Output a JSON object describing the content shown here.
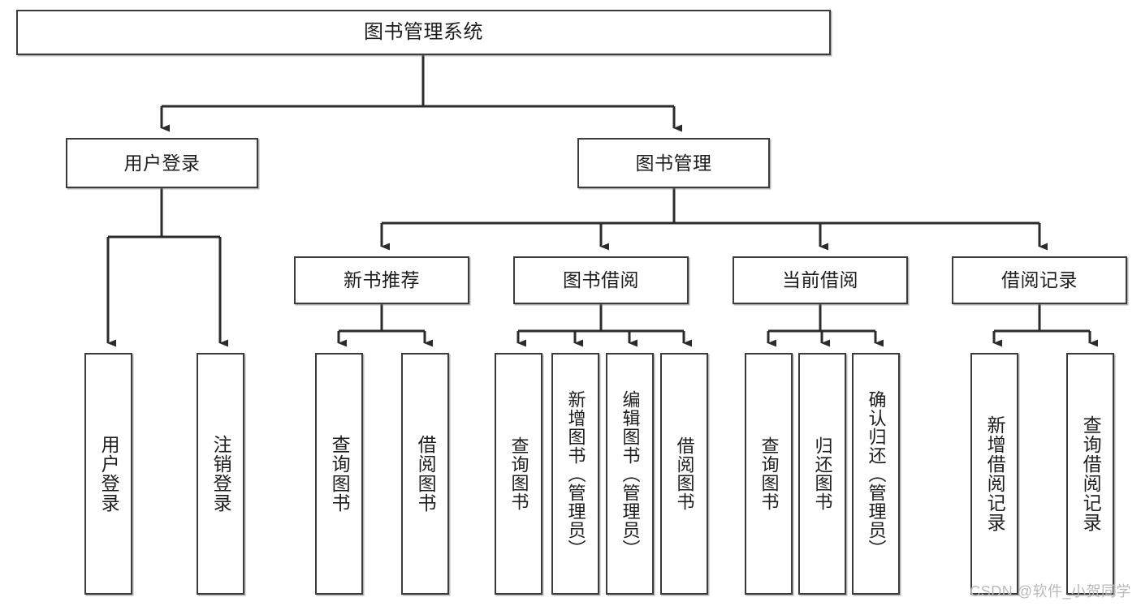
{
  "diagram": {
    "title_node": {
      "label": "图书管理系统"
    },
    "level2": [
      {
        "id": "user-login",
        "label": "用户登录"
      },
      {
        "id": "book-management",
        "label": "图书管理"
      }
    ],
    "level3": [
      {
        "id": "new-book-recommend",
        "label": "新书推荐"
      },
      {
        "id": "book-borrow",
        "label": "图书借阅"
      },
      {
        "id": "current-borrow",
        "label": "当前借阅"
      },
      {
        "id": "borrow-record",
        "label": "借阅记录"
      }
    ],
    "leaves": {
      "user_login": [
        {
          "id": "leaf-user-login",
          "label": "用户登录"
        },
        {
          "id": "leaf-logout-login",
          "label": "注销登录"
        }
      ],
      "new_book_recommend": [
        {
          "id": "leaf-query-book-1",
          "label": "查询图书"
        },
        {
          "id": "leaf-borrow-book-1",
          "label": "借阅图书"
        }
      ],
      "book_borrow": [
        {
          "id": "leaf-query-book-2",
          "label": "查询图书"
        },
        {
          "id": "leaf-add-book",
          "label": "新增图书（管理员）"
        },
        {
          "id": "leaf-edit-book",
          "label": "编辑图书（管理员）"
        },
        {
          "id": "leaf-borrow-book-2",
          "label": "借阅图书"
        }
      ],
      "current_borrow": [
        {
          "id": "leaf-query-book-3",
          "label": "查询图书"
        },
        {
          "id": "leaf-return-book",
          "label": "归还图书"
        },
        {
          "id": "leaf-confirm-return",
          "label": "确认归还（管理员）"
        }
      ],
      "borrow_record": [
        {
          "id": "leaf-add-record",
          "label": "新增借阅记录"
        },
        {
          "id": "leaf-query-record",
          "label": "查询借阅记录"
        }
      ]
    }
  },
  "watermark": {
    "text": "CSDN @软件_小贺同学"
  },
  "colors": {
    "box_border": "#3b3b3b",
    "box_fill": "#ffffff",
    "connector": "#2b2b2b",
    "text": "#1d1d1d",
    "watermark": "#b9b9b9"
  }
}
